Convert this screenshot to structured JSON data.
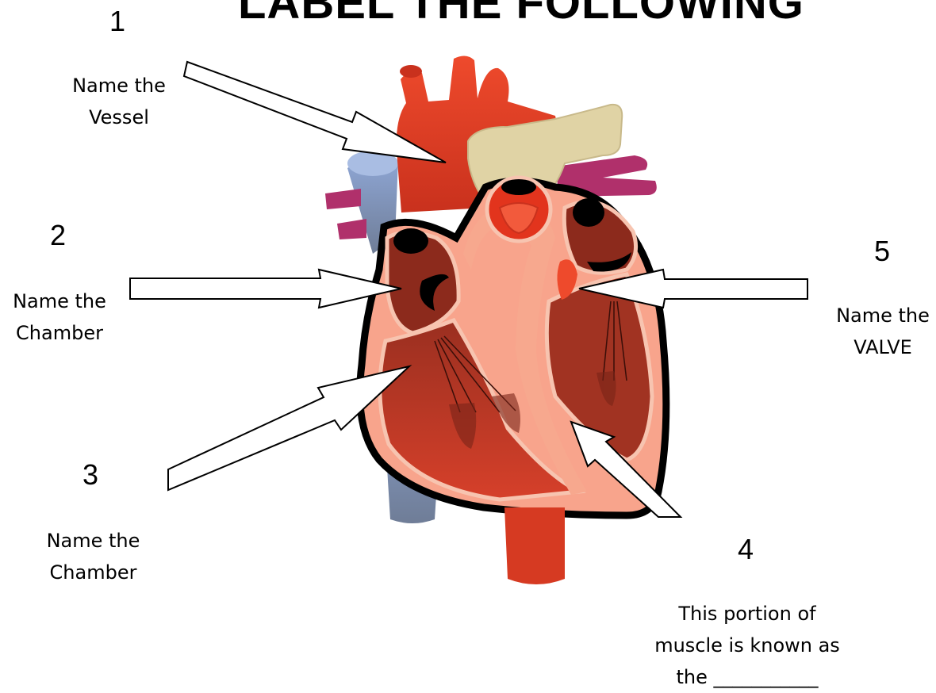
{
  "title": "LABEL THE FOLLOWING",
  "labels": [
    {
      "number": "1",
      "prompt_lines": [
        "Name the",
        "Vessel"
      ]
    },
    {
      "number": "2",
      "prompt_lines": [
        "Name the",
        "Chamber"
      ]
    },
    {
      "number": "3",
      "prompt_lines": [
        "Name the",
        "Chamber"
      ]
    },
    {
      "number": "4",
      "prompt_lines": [
        "This portion of",
        "muscle is known as",
        "the ___________"
      ]
    },
    {
      "number": "5",
      "prompt_lines": [
        "Name the",
        "VALVE"
      ]
    }
  ],
  "colors": {
    "aorta": "#e2341d",
    "heart_wall_dark": "#8c2a1c",
    "septum_lining": "#f7a88e",
    "pulmonary_artery": "#e0d3a5",
    "vena_cava": "#7f96c2",
    "pulmonary_veins": "#b0306b",
    "outline": "#000000"
  }
}
